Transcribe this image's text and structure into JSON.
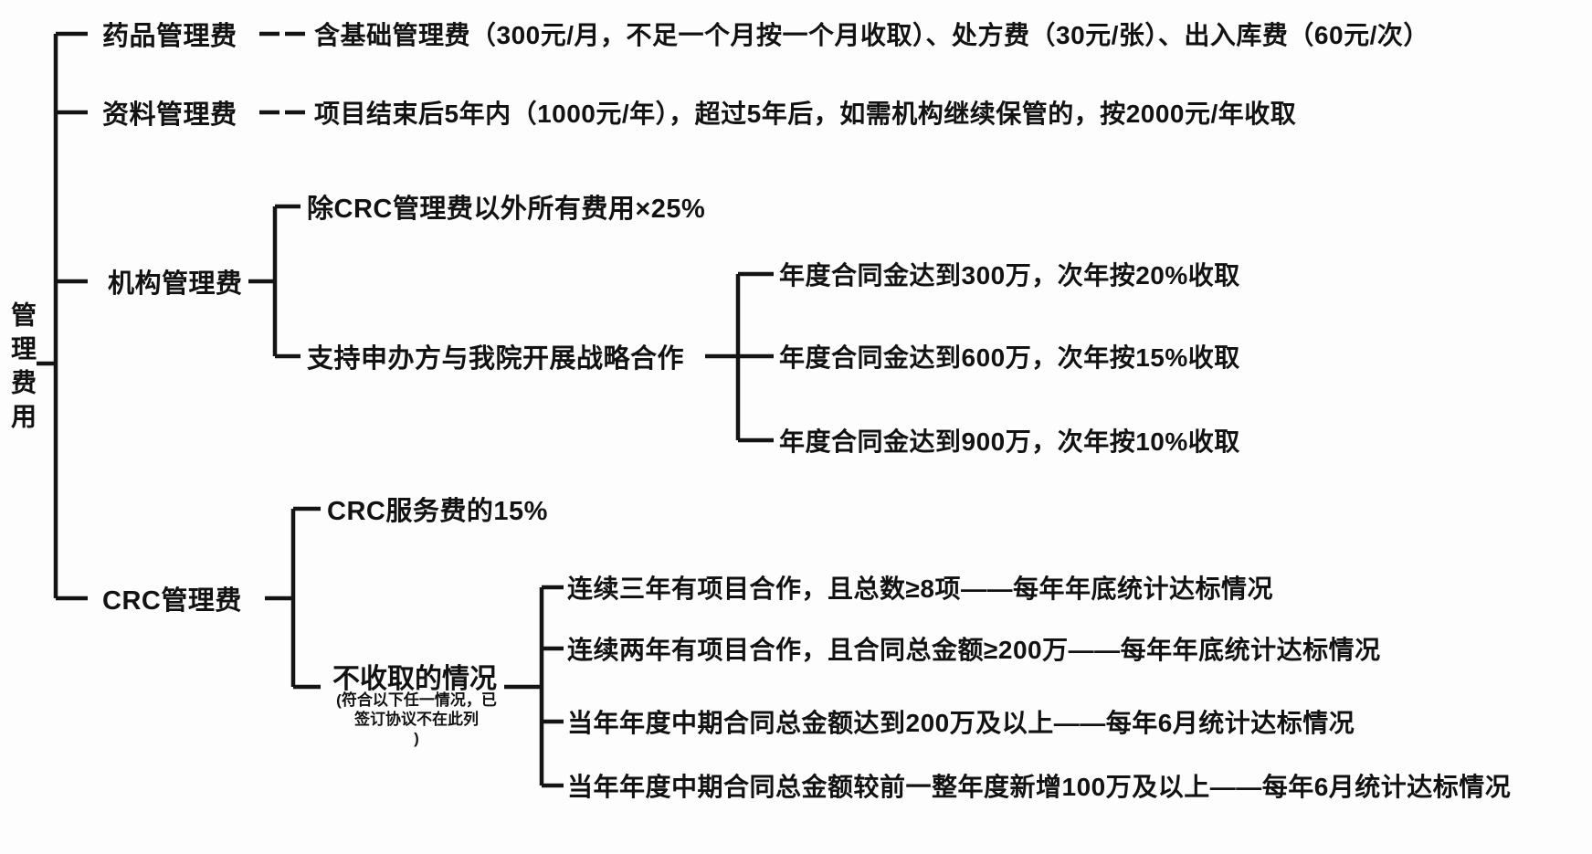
{
  "diagram": {
    "root": "管理费用",
    "level1": [
      {
        "label": "药品管理费",
        "desc": "含基础管理费（300元/月，不足一个月按一个月收取）、处方费（30元/张）、出入库费（60元/次）"
      },
      {
        "label": "资料管理费",
        "desc": "项目结束后5年内（1000元/年），超过5年后，如需机构继续保管的，按2000元/年收取"
      },
      {
        "label": "机构管理费"
      },
      {
        "label": "CRC管理费"
      }
    ],
    "institution": {
      "flat_fee": "除CRC管理费以外所有费用×25%",
      "strategic": "支持申办方与我院开展战略合作",
      "tiers": [
        "年度合同金达到300万，次年按20%收取",
        "年度合同金达到600万，次年按15%收取",
        "年度合同金达到900万，次年按10%收取"
      ]
    },
    "crc": {
      "rate": "CRC服务费的15%",
      "exempt_title": "不收取的情况",
      "exempt_note": "(符合以下任一情况，已\n签订协议不在此列\n)",
      "conditions": [
        "连续三年有项目合作，且总数≥8项——每年年底统计达标情况",
        "连续两年有项目合作，且合同总金额≥200万——每年年底统计达标情况",
        "当年年度中期合同总金额达到200万及以上——每年6月统计达标情况",
        "当年年度中期合同总金额较前一整年度新增100万及以上——每年6月统计达标情况"
      ]
    }
  }
}
